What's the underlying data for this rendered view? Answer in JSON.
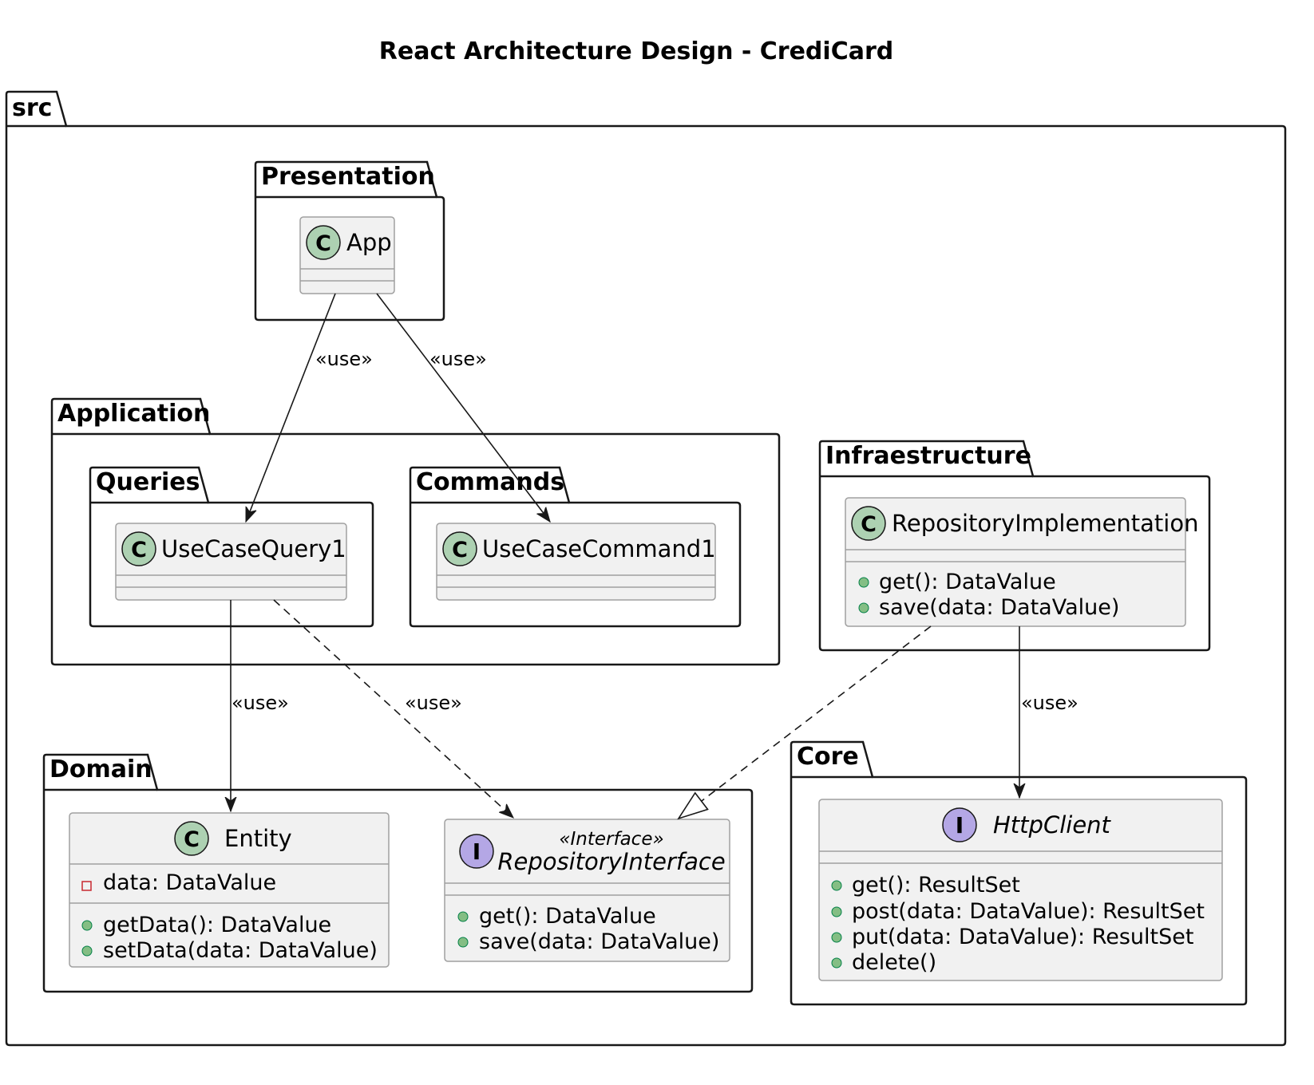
{
  "title": "React Architecture Design - CrediCard",
  "colors": {
    "class_circle": "#add1b2",
    "interface_circle": "#b4a7e5",
    "class_fill": "#f1f1f1",
    "public_dot": "#84be84",
    "private_square": "#c82930"
  },
  "packages": {
    "src": "src",
    "presentation": "Presentation",
    "application": "Application",
    "queries": "Queries",
    "commands": "Commands",
    "infraestructure": "Infraestructure",
    "domain": "Domain",
    "core": "Core"
  },
  "classes": {
    "app": {
      "name": "App",
      "icon": "C"
    },
    "use_case_query": {
      "name": "UseCaseQuery1",
      "icon": "C"
    },
    "use_case_command": {
      "name": "UseCaseCommand1",
      "icon": "C"
    },
    "repository_implementation": {
      "name": "RepositoryImplementation",
      "icon": "C",
      "methods": [
        "get(): DataValue",
        "save(data: DataValue)"
      ]
    },
    "entity": {
      "name": "Entity",
      "icon": "C",
      "fields": [
        "data: DataValue"
      ],
      "methods": [
        "getData(): DataValue",
        "setData(data: DataValue)"
      ]
    },
    "repository_interface": {
      "stereotype": "«Interface»",
      "name": "RepositoryInterface",
      "icon": "I",
      "methods": [
        "get(): DataValue",
        "save(data: DataValue)"
      ]
    },
    "http_client": {
      "name": "HttpClient",
      "icon": "I",
      "methods": [
        "get(): ResultSet",
        "post(data: DataValue): ResultSet",
        "put(data: DataValue): ResultSet",
        "delete()"
      ]
    }
  },
  "edges": {
    "app_to_query": "«use»",
    "app_to_command": "«use»",
    "query_to_entity": "«use»",
    "query_to_interface": "«use»",
    "repo_impl_to_http": "«use»"
  }
}
